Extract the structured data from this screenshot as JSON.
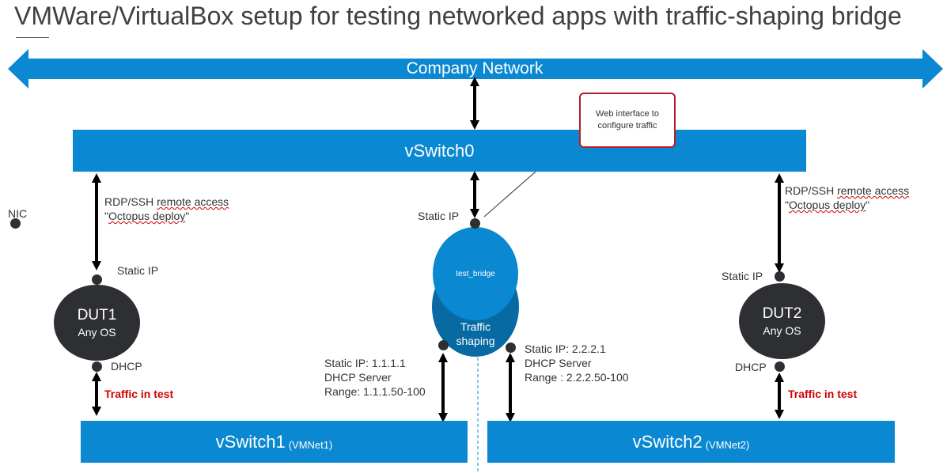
{
  "title": "VMWare/VirtualBox setup for testing networked apps with traffic-shaping bridge",
  "company_network": "Company Network",
  "vswitch0": "vSwitch0",
  "vswitch1": {
    "name": "vSwitch1",
    "suffix": "(VMNet1)"
  },
  "vswitch2": {
    "name": "vSwitch2",
    "suffix": "(VMNet2)"
  },
  "callout": {
    "line1": "Web interface to",
    "line2": "configure traffic"
  },
  "bridge": {
    "name": "test_bridge",
    "shaping_line1": "Traffic",
    "shaping_line2": "shaping",
    "static_ip_label": "Static IP"
  },
  "nic_label": "NIC",
  "dut1": {
    "name": "DUT1",
    "os": "Any OS",
    "remote_line1_a": "RDP/SSH ",
    "remote_line1_b": "remote access",
    "remote_line2_a": "\"",
    "remote_line2_b": "Octopus deploy",
    "remote_line2_c": "\"",
    "static_ip": "Static IP",
    "dhcp": "DHCP",
    "traffic": "Traffic in test"
  },
  "dut2": {
    "name": "DUT2",
    "os": "Any OS",
    "remote_line1_a": "RDP/SSH ",
    "remote_line1_b": "remote access",
    "remote_line2_a": "\"",
    "remote_line2_b": "Octopus deploy",
    "remote_line2_c": "\"",
    "static_ip": "Static IP",
    "dhcp": "DHCP",
    "traffic": "Traffic in test"
  },
  "net1": {
    "ip": "Static IP: 1.1.1.1",
    "dhcp": "DHCP Server",
    "range": "Range: 1.1.1.50-100"
  },
  "net2": {
    "ip": "Static IP: 2.2.2.1",
    "dhcp": "DHCP Server",
    "range": "Range : 2.2.2.50-100"
  },
  "colors": {
    "switch_blue": "#0a88d1",
    "bridge_dark_blue": "#076aa3",
    "dut_dark": "#2d2f33",
    "callout_red": "#b41e23",
    "traffic_red": "#d00000"
  }
}
